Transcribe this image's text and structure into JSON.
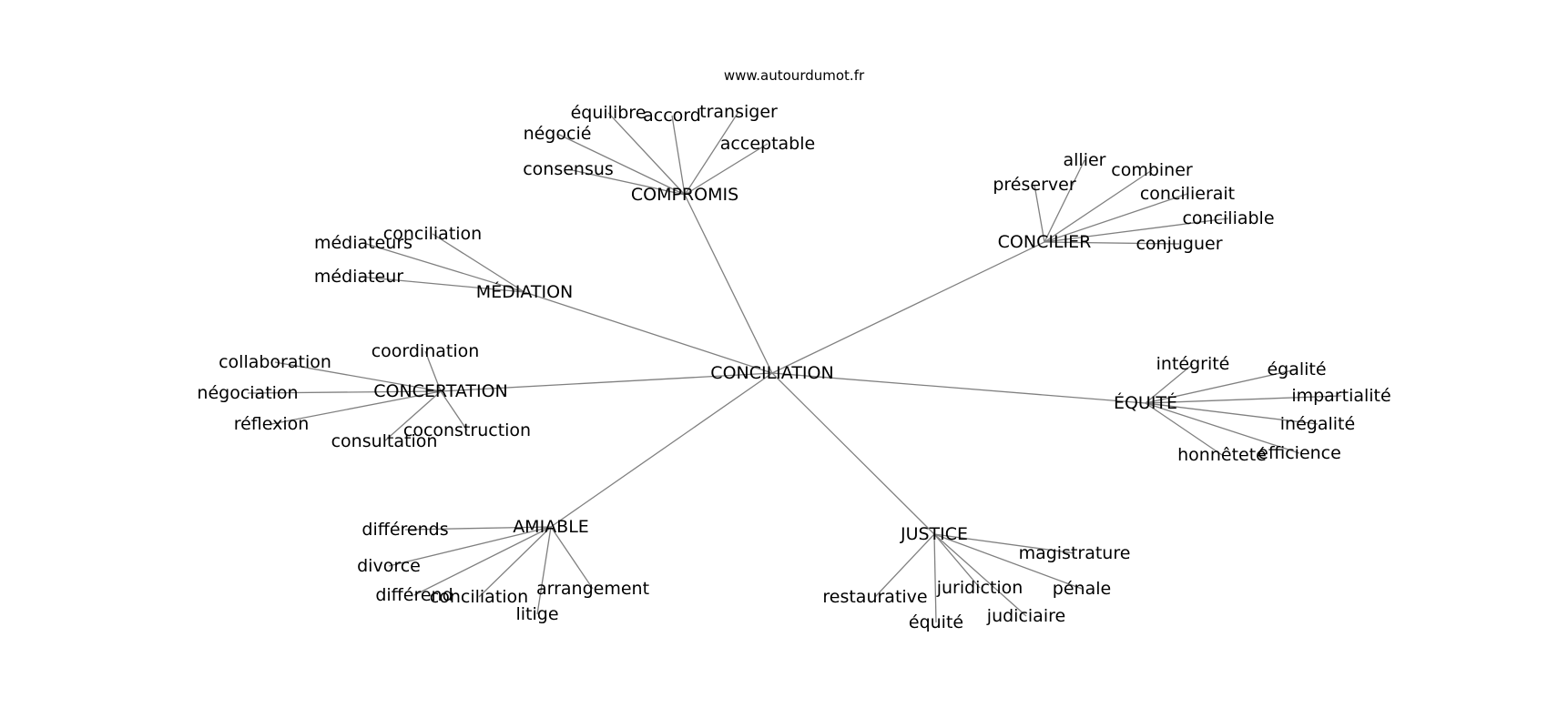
{
  "source": "www.autourdumot.fr",
  "root": "CONCILIATION",
  "groups": [
    {
      "hub": "COMPROMIS",
      "words": [
        "équilibre",
        "accord",
        "transiger",
        "négocié",
        "acceptable",
        "consensus"
      ]
    },
    {
      "hub": "CONCILIER",
      "words": [
        "allier",
        "combiner",
        "préserver",
        "concilierait",
        "conciliable",
        "conjuguer"
      ]
    },
    {
      "hub": "MÉDIATION",
      "words": [
        "conciliation",
        "médiateurs",
        "médiateur"
      ]
    },
    {
      "hub": "CONCERTATION",
      "words": [
        "coordination",
        "collaboration",
        "négociation",
        "réflexion",
        "coconstruction",
        "consultation"
      ]
    },
    {
      "hub": "ÉQUITÉ",
      "words": [
        "intégrité",
        "égalité",
        "impartialité",
        "inégalité",
        "honnêteté",
        "efficience"
      ]
    },
    {
      "hub": "AMIABLE",
      "words": [
        "différends",
        "divorce",
        "différend",
        "conciliation",
        "arrangement",
        "litige"
      ]
    },
    {
      "hub": "JUSTICE",
      "words": [
        "magistrature",
        "restaurative",
        "juridiction",
        "pénale",
        "judiciaire",
        "équité"
      ]
    }
  ]
}
